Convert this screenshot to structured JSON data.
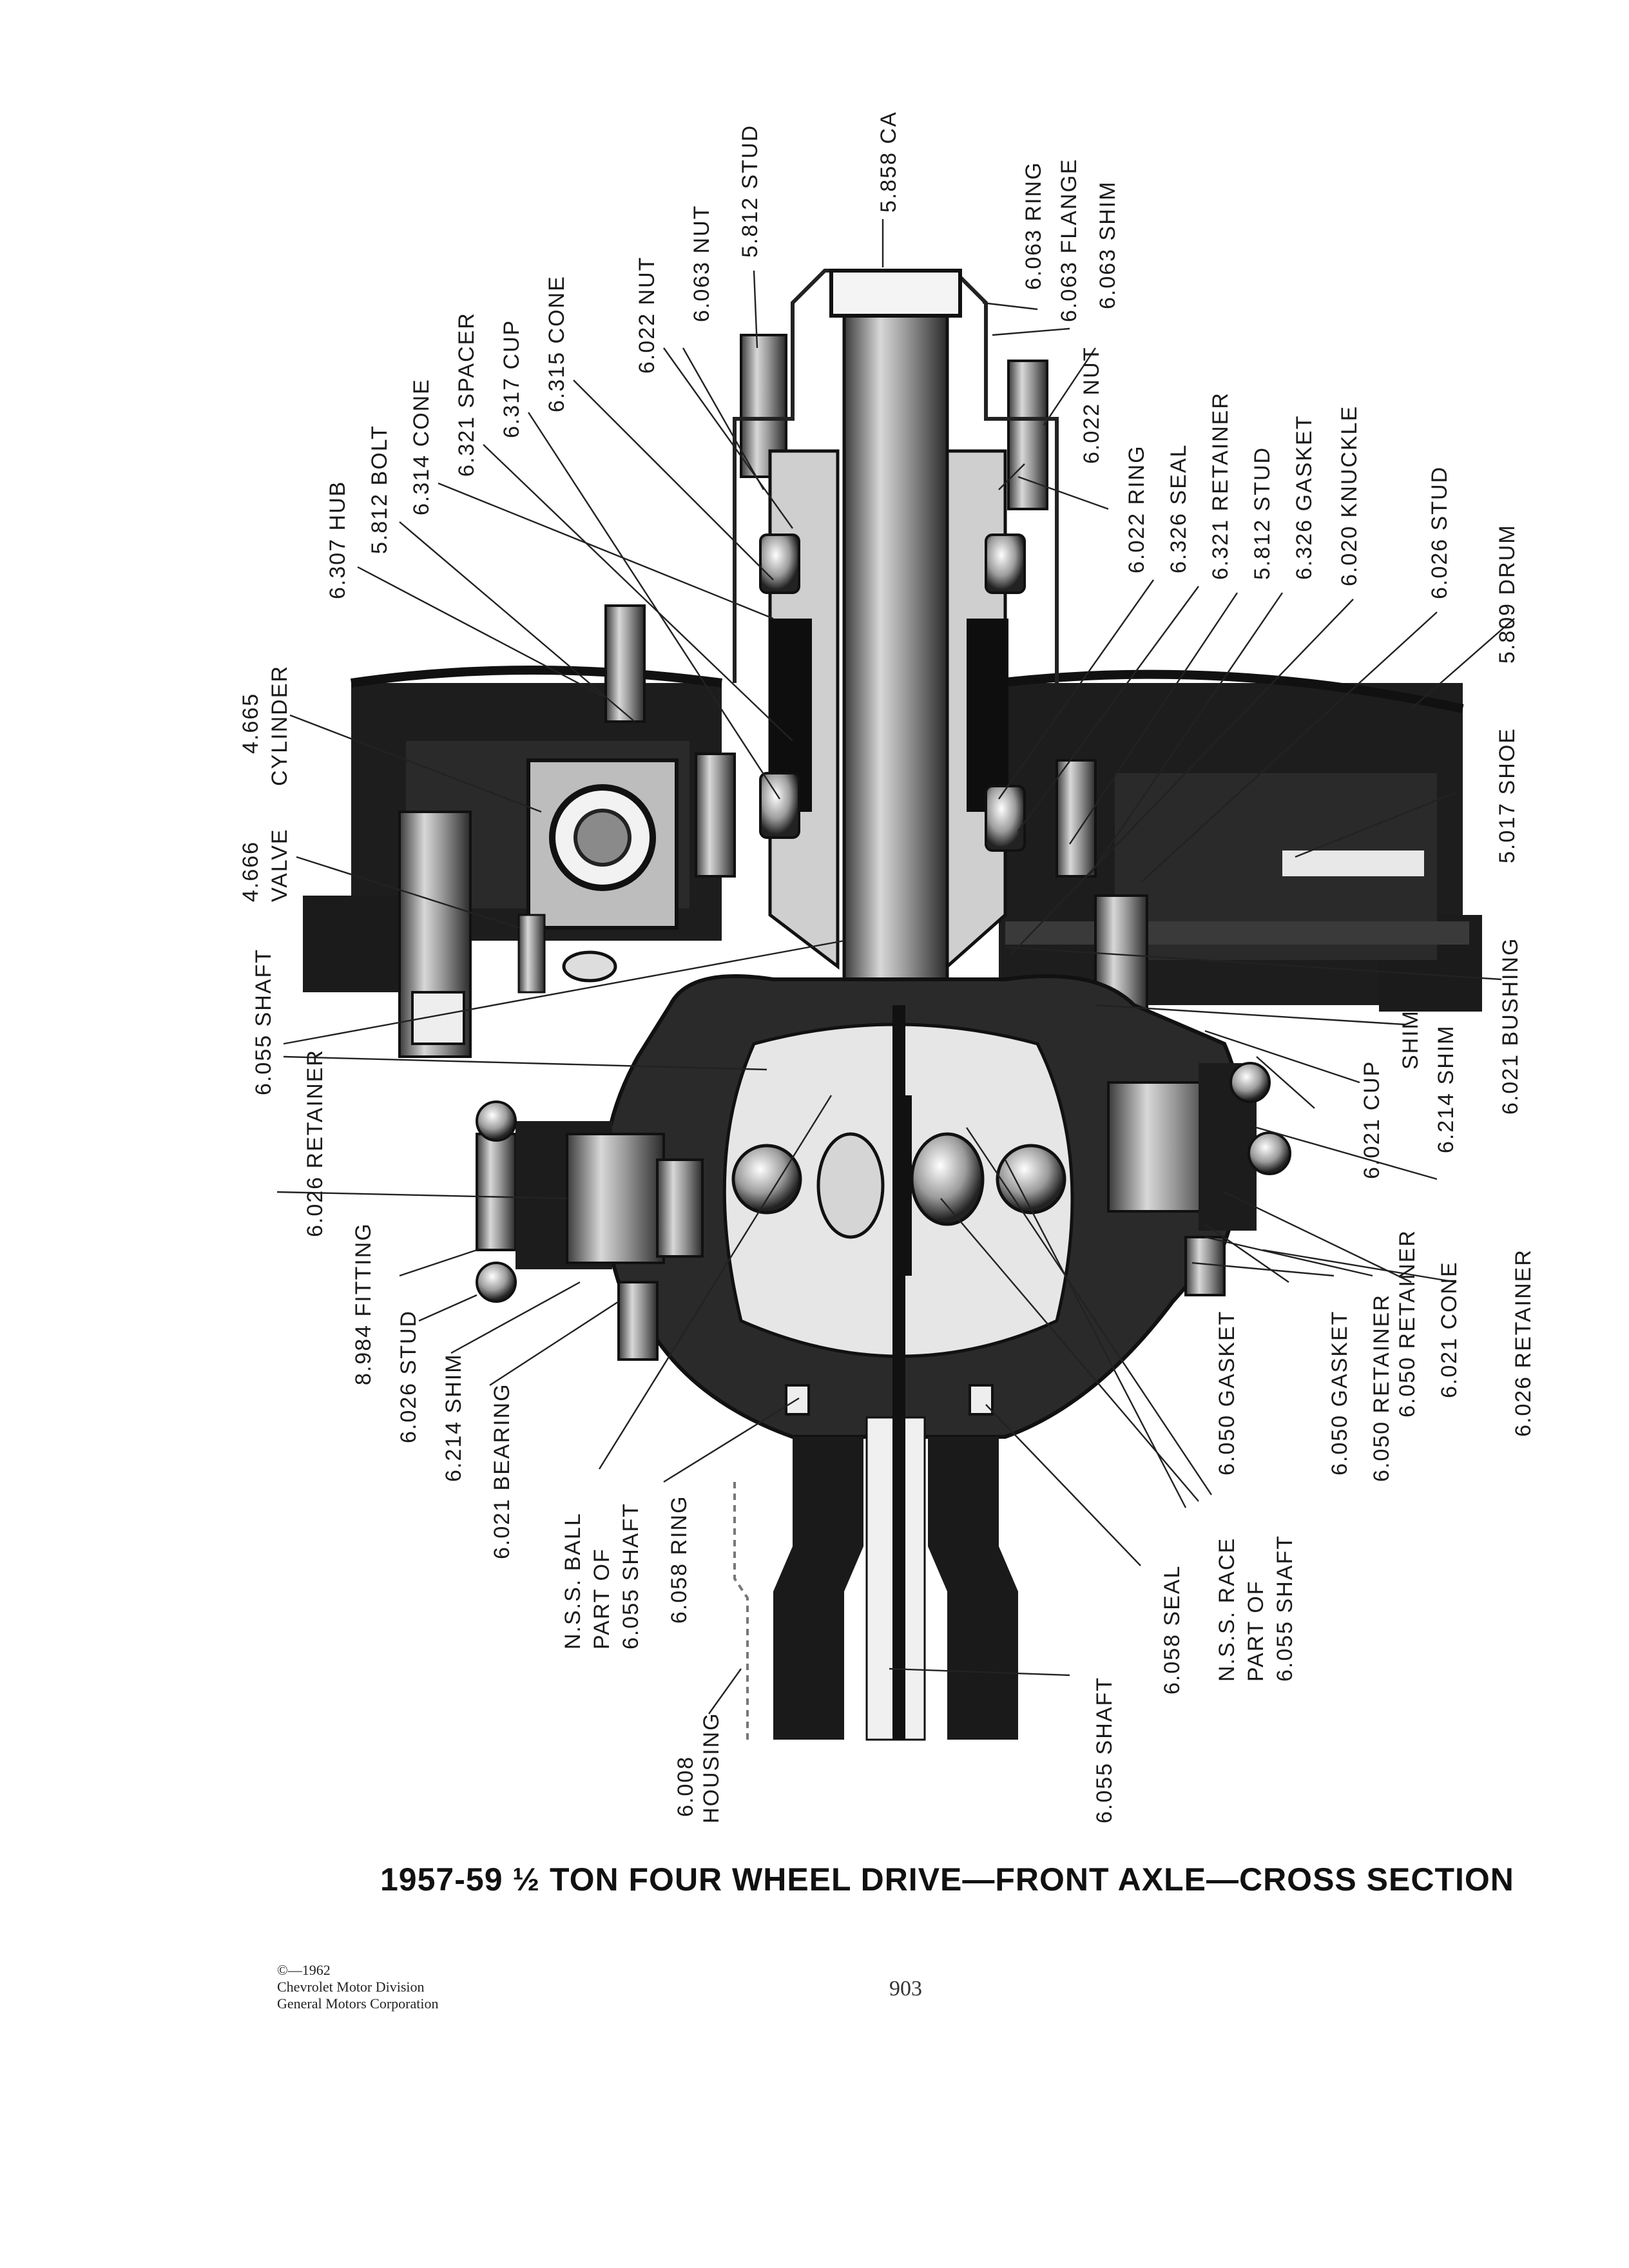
{
  "title": "1957-59 ½ TON FOUR WHEEL DRIVE—FRONT AXLE—CROSS SECTION",
  "copyright": {
    "line1": "©—1962",
    "line2": "Chevrolet Motor Division",
    "line3": "General Motors Corporation"
  },
  "page_number": "903",
  "labels": {
    "hub": "6.307 HUB",
    "bolt": "5.812 BOLT",
    "cone_6314": "6.314 CONE",
    "spacer": "6.321 SPACER",
    "cup_6317": "6.317 CUP",
    "cone_6315": "6.315 CONE",
    "nut_6022_left": "6.022 NUT",
    "nut_6063": "6.063 NUT",
    "stud_5812_top": "5.812 STUD",
    "cap": "5.858 CA",
    "ring_6063": "6.063 RING",
    "flange": "6.063 FLANGE",
    "shim_6063": "6.063 SHIM",
    "nut_6022_right": "6.022 NUT",
    "ring_6022": "6.022 RING",
    "seal_6326": "6.326 SEAL",
    "retainer_6321": "6.321 RETAINER",
    "stud_5812_right": "5.812 STUD",
    "gasket_6326": "6.326 GASKET",
    "knuckle": "6.020 KNUCKLE",
    "stud_6026_right": "6.026 STUD",
    "drum": "5.809 DRUM",
    "cylinder_num": "4.665",
    "cylinder_name": "CYLINDER",
    "valve_num": "4.666",
    "valve_name": "VALVE",
    "shoe": "5.017 SHOE",
    "bushing": "6.021 BUSHING",
    "shaft_6055_left": "6.055 SHAFT",
    "shim_right": "SHIM",
    "cup_6021": "6.021 CUP",
    "shim_6214_right": "6.214 SHIM",
    "retainer_6026_left": "6.026 RETAINER",
    "retainer_6026_right": "6.026 RETAINER",
    "fitting": "8.984 FITTING",
    "stud_6026_left": "6.026 STUD",
    "shim_6214_left": "6.214 SHIM",
    "bearing": "6.021 BEARING",
    "ball_1": "N.S.S. BALL",
    "ball_2": "PART OF",
    "ball_3": "6.055 SHAFT",
    "ring_6058": "6.058 RING",
    "gasket_6050_a": "6.050 GASKET",
    "gasket_6050_b": "6.050 GASKET",
    "retainer_6050_a": "6.050 RETAINER",
    "retainer_6050_b": "6.050 RETAINER",
    "cone_6021": "6.021 CONE",
    "seal_6058": "6.058 SEAL",
    "race_1": "N.S.S. RACE",
    "race_2": "PART OF",
    "race_3": "6.055 SHAFT",
    "housing_num": "6.008",
    "housing_name": "HOUSING",
    "shaft_6055_bottom": "6.055 SHAFT"
  }
}
